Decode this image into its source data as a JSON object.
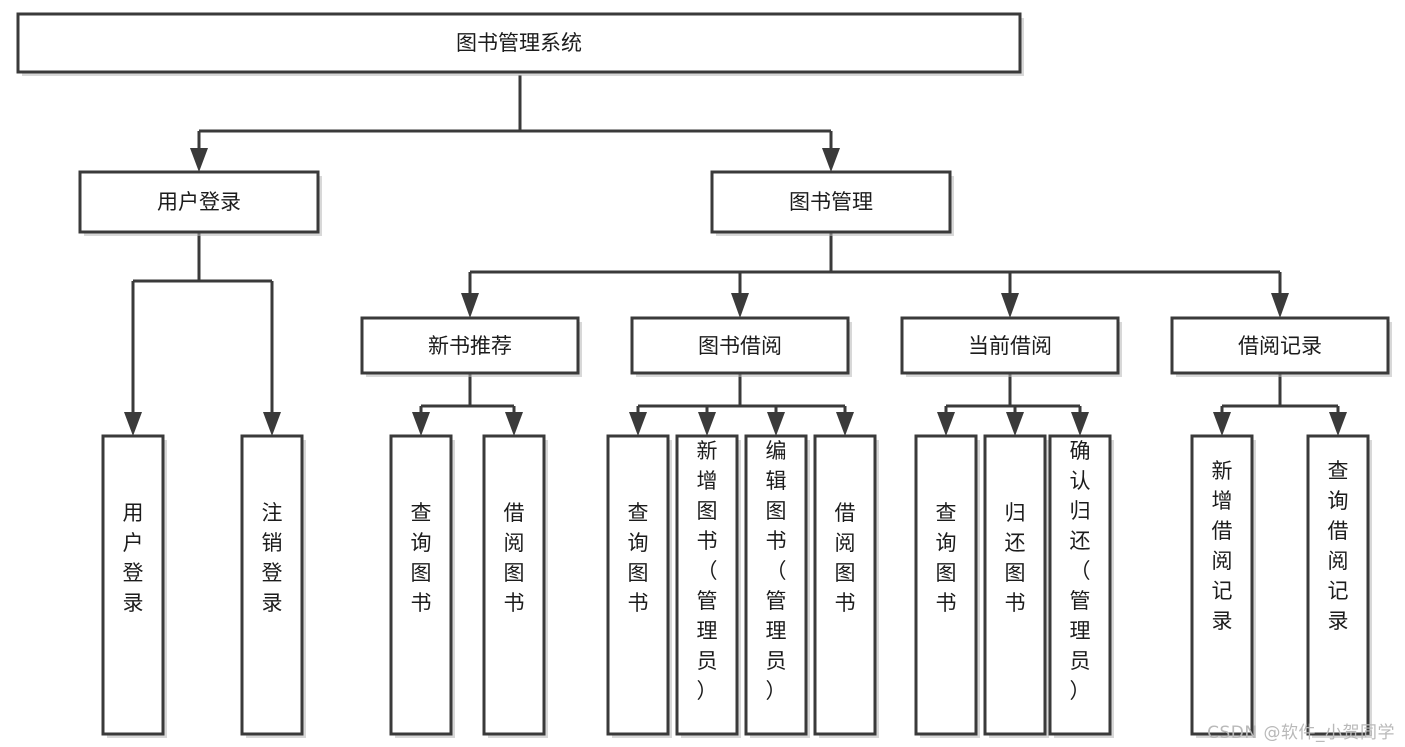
{
  "diagram": {
    "title": "图书管理系统",
    "type": "hierarchy-tree",
    "watermark": "CSDN @软件_小贺同学",
    "colors": {
      "box_stroke": "#3a3a3a",
      "box_fill": "#ffffff",
      "text": "#1c1c1c",
      "connector": "#3a3a3a",
      "watermark": "#b9b9b9",
      "background": "#ffffff"
    },
    "levels": {
      "root": {
        "label": "图书管理系统"
      },
      "level2": [
        {
          "label": "用户登录"
        },
        {
          "label": "图书管理"
        }
      ],
      "level3": [
        {
          "label": "新书推荐"
        },
        {
          "label": "图书借阅"
        },
        {
          "label": "当前借阅"
        },
        {
          "label": "借阅记录"
        }
      ],
      "leaves": {
        "user_login": [
          {
            "label": "用户登录"
          },
          {
            "label": "注销登录"
          }
        ],
        "new_book_recommend": [
          {
            "label": "查询图书"
          },
          {
            "label": "借阅图书"
          }
        ],
        "book_borrow": [
          {
            "label": "查询图书"
          },
          {
            "label": "新增图书（管理员）"
          },
          {
            "label": "编辑图书（管理员）"
          },
          {
            "label": "借阅图书"
          }
        ],
        "current_borrow": [
          {
            "label": "查询图书"
          },
          {
            "label": "归还图书"
          },
          {
            "label": "确认归还（管理员）"
          }
        ],
        "borrow_record": [
          {
            "label": "新增借阅记录"
          },
          {
            "label": "查询借阅记录"
          }
        ]
      }
    }
  }
}
